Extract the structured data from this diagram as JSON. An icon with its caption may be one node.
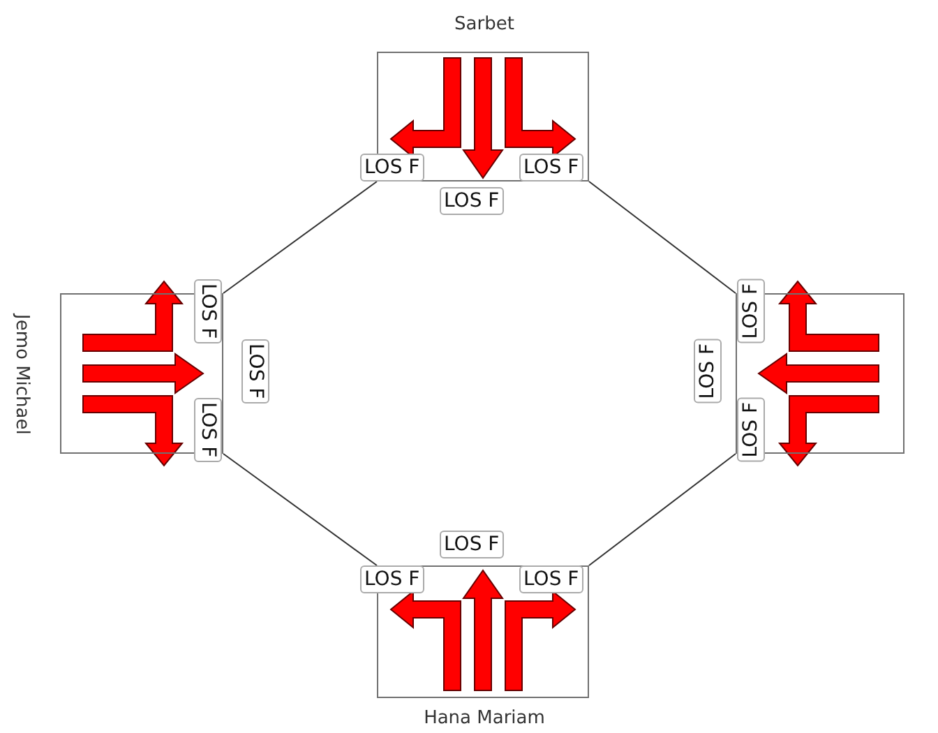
{
  "diagram": {
    "nodes": [
      {
        "text": [
          "Sarbet",
          "LOS F",
          "LOS F",
          "LOS F"
        ]
      },
      {
        "text": [
          "Jemo Michael",
          "LOS F",
          "LOS F",
          "LOS F"
        ]
      },
      {
        "text": [
          "LOS F",
          "LOS F",
          "LOS F"
        ]
      },
      {
        "text": [
          "Hana Mariam",
          "LOS F",
          "LOS F",
          "LOS F"
        ]
      }
    ],
    "edges": [
      {
        "from": 0,
        "to": 1,
        "arrow": "none"
      },
      {
        "from": 0,
        "to": 2,
        "arrow": "none"
      },
      {
        "from": 1,
        "to": 3,
        "arrow": "none"
      },
      {
        "from": 2,
        "to": 3,
        "arrow": "none"
      }
    ]
  }
}
